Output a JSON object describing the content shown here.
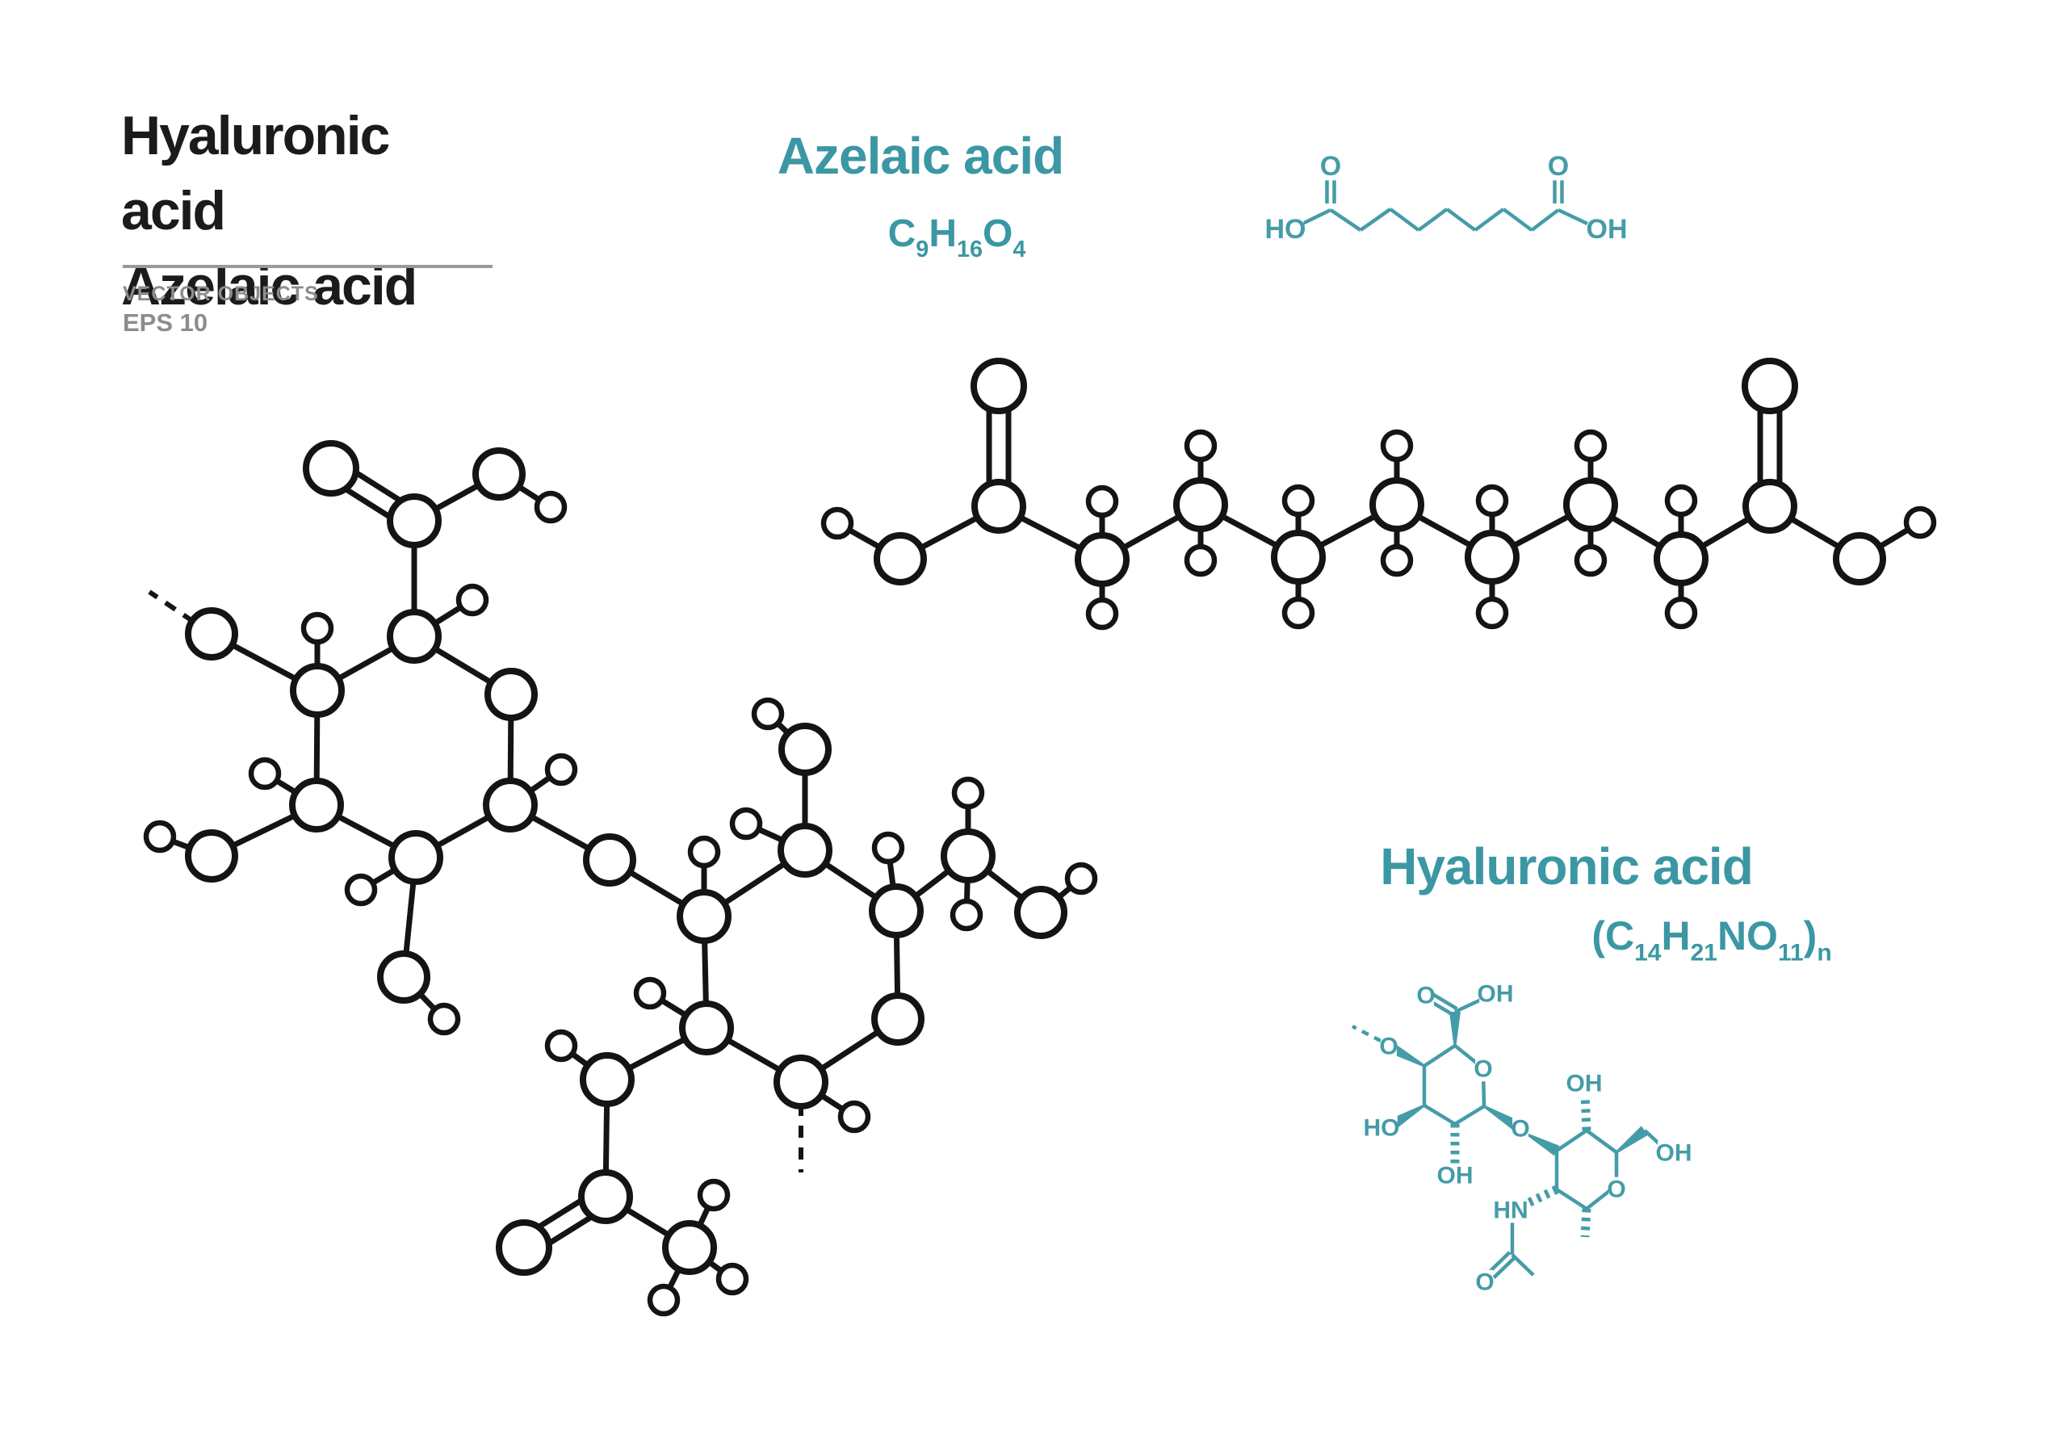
{
  "title": {
    "line1": "Hyaluronic acid",
    "line2": "Azelaic acid",
    "subtitle1": "VECTOR OBJECTS",
    "subtitle2": "EPS 10"
  },
  "azelaic": {
    "heading": "Azelaic acid",
    "formula": [
      [
        "C",
        0
      ],
      [
        "9",
        1
      ],
      [
        "H",
        0
      ],
      [
        "16",
        1
      ],
      [
        "O",
        0
      ],
      [
        "4",
        1
      ]
    ]
  },
  "hyaluronic": {
    "heading": "Hyaluronic acid",
    "formula": [
      [
        "(C",
        0
      ],
      [
        "14",
        1
      ],
      [
        "H",
        0
      ],
      [
        "21",
        1
      ],
      [
        "NO",
        0
      ],
      [
        "11",
        1
      ],
      [
        ")",
        0
      ],
      [
        "n",
        1
      ]
    ]
  },
  "colors": {
    "teal_text": "#3b97a4",
    "teal_structure": "#459ca8",
    "ink": "#141414",
    "gray_text": "#8c8c8c",
    "divider": "#9a9a9a",
    "background": "#ffffff"
  },
  "structures": {
    "azelaic_ball": {
      "nodes": [
        [
          "Hl",
          1037,
          648,
          17
        ],
        [
          "Ol",
          1115,
          692,
          29
        ],
        [
          "C1",
          1237,
          627,
          30
        ],
        [
          "Od1",
          1237,
          478,
          31
        ],
        [
          "C2",
          1365,
          693,
          30
        ],
        [
          "H2a",
          1365,
          621,
          17
        ],
        [
          "H2b",
          1365,
          760,
          17
        ],
        [
          "C3",
          1487,
          625,
          30
        ],
        [
          "H3a",
          1487,
          552,
          17
        ],
        [
          "H3b",
          1487,
          694,
          17
        ],
        [
          "C4",
          1608,
          690,
          30
        ],
        [
          "H4a",
          1608,
          620,
          17
        ],
        [
          "H4b",
          1608,
          759,
          17
        ],
        [
          "C5",
          1730,
          625,
          30
        ],
        [
          "H5a",
          1730,
          552,
          17
        ],
        [
          "H5b",
          1730,
          694,
          17
        ],
        [
          "C6",
          1848,
          690,
          30
        ],
        [
          "H6a",
          1848,
          620,
          17
        ],
        [
          "H6b",
          1848,
          759,
          17
        ],
        [
          "C7",
          1970,
          625,
          30
        ],
        [
          "H7a",
          1970,
          552,
          17
        ],
        [
          "H7b",
          1970,
          694,
          17
        ],
        [
          "C8",
          2082,
          692,
          30
        ],
        [
          "H8a",
          2082,
          620,
          17
        ],
        [
          "H8b",
          2082,
          759,
          17
        ],
        [
          "C9",
          2192,
          627,
          30
        ],
        [
          "Od9",
          2192,
          478,
          31
        ],
        [
          "Or",
          2303,
          692,
          29
        ],
        [
          "Hr",
          2378,
          647,
          17
        ]
      ],
      "bonds": [
        [
          "Hl",
          "Ol"
        ],
        [
          "Ol",
          "C1"
        ],
        [
          "C1",
          "Od1",
          "d"
        ],
        [
          "C1",
          "C2"
        ],
        [
          "C2",
          "H2a"
        ],
        [
          "C2",
          "H2b"
        ],
        [
          "C2",
          "C3"
        ],
        [
          "C3",
          "H3a"
        ],
        [
          "C3",
          "H3b"
        ],
        [
          "C3",
          "C4"
        ],
        [
          "C4",
          "H4a"
        ],
        [
          "C4",
          "H4b"
        ],
        [
          "C4",
          "C5"
        ],
        [
          "C5",
          "H5a"
        ],
        [
          "C5",
          "H5b"
        ],
        [
          "C5",
          "C6"
        ],
        [
          "C6",
          "H6a"
        ],
        [
          "C6",
          "H6b"
        ],
        [
          "C6",
          "C7"
        ],
        [
          "C7",
          "H7a"
        ],
        [
          "C7",
          "H7b"
        ],
        [
          "C7",
          "C8"
        ],
        [
          "C8",
          "H8a"
        ],
        [
          "C8",
          "H8b"
        ],
        [
          "C8",
          "C9"
        ],
        [
          "C9",
          "Od9",
          "d"
        ],
        [
          "C9",
          "Or"
        ],
        [
          "Or",
          "Hr"
        ]
      ]
    },
    "hyaluronic_ball": {
      "nodes": [
        [
          "C5",
          513,
          788,
          30
        ],
        [
          "Or1",
          633,
          860,
          29
        ],
        [
          "C1",
          632,
          997,
          30
        ],
        [
          "C2",
          515,
          1062,
          30
        ],
        [
          "C3",
          392,
          997,
          30
        ],
        [
          "C4",
          393,
          855,
          30
        ],
        [
          "Cx",
          513,
          645,
          30
        ],
        [
          "Od",
          410,
          580,
          31
        ],
        [
          "Os",
          618,
          587,
          29
        ],
        [
          "Hs",
          682,
          628,
          17
        ],
        [
          "H5",
          585,
          743,
          17
        ],
        [
          "H4",
          393,
          778,
          17
        ],
        [
          "O4",
          262,
          785,
          29
        ],
        [
          "P4",
          185,
          733,
          0
        ],
        [
          "H3",
          328,
          958,
          17
        ],
        [
          "O3",
          262,
          1060,
          29
        ],
        [
          "H3o",
          198,
          1036,
          17
        ],
        [
          "H2",
          447,
          1102,
          17
        ],
        [
          "O2",
          500,
          1210,
          29
        ],
        [
          "H2o",
          550,
          1262,
          17
        ],
        [
          "H1",
          695,
          953,
          17
        ],
        [
          "Og",
          755,
          1065,
          29
        ],
        [
          "C3b",
          872,
          1135,
          30
        ],
        [
          "C4b",
          997,
          1053,
          30
        ],
        [
          "C5b",
          1110,
          1128,
          30
        ],
        [
          "Ob",
          1112,
          1262,
          29
        ],
        [
          "C1b",
          992,
          1340,
          30
        ],
        [
          "C2b",
          875,
          1273,
          30
        ],
        [
          "H3b",
          872,
          1055,
          17
        ],
        [
          "H4b",
          924,
          1020,
          17
        ],
        [
          "O4b",
          997,
          928,
          29
        ],
        [
          "H4o",
          951,
          884,
          17
        ],
        [
          "H5b",
          1100,
          1050,
          17
        ],
        [
          "C6b",
          1199,
          1060,
          30
        ],
        [
          "H6a",
          1199,
          982,
          17
        ],
        [
          "H6c",
          1197,
          1133,
          17
        ],
        [
          "O6",
          1289,
          1130,
          29
        ],
        [
          "H6o",
          1339,
          1088,
          17
        ],
        [
          "H2b",
          805,
          1230,
          17
        ],
        [
          "N",
          752,
          1337,
          30
        ],
        [
          "HN",
          695,
          1295,
          17
        ],
        [
          "Cac",
          750,
          1482,
          30
        ],
        [
          "Oac",
          649,
          1545,
          31
        ],
        [
          "CH3",
          854,
          1545,
          30
        ],
        [
          "Hm1",
          884,
          1480,
          17
        ],
        [
          "Hm2",
          907,
          1584,
          17
        ],
        [
          "Hm3",
          822,
          1610,
          17
        ],
        [
          "H1b",
          1058,
          1383,
          17
        ],
        [
          "P1b",
          992,
          1452,
          0
        ]
      ],
      "bonds": [
        [
          "C5",
          "Or1"
        ],
        [
          "Or1",
          "C1"
        ],
        [
          "C1",
          "C2"
        ],
        [
          "C2",
          "C3"
        ],
        [
          "C3",
          "C4"
        ],
        [
          "C4",
          "C5"
        ],
        [
          "C5",
          "Cx"
        ],
        [
          "Cx",
          "Od",
          "d"
        ],
        [
          "Cx",
          "Os"
        ],
        [
          "Os",
          "Hs"
        ],
        [
          "C5",
          "H5"
        ],
        [
          "C4",
          "H4"
        ],
        [
          "C4",
          "O4"
        ],
        [
          "O4",
          "P4",
          "dash"
        ],
        [
          "C3",
          "H3"
        ],
        [
          "C3",
          "O3"
        ],
        [
          "O3",
          "H3o"
        ],
        [
          "C2",
          "H2"
        ],
        [
          "C2",
          "O2"
        ],
        [
          "O2",
          "H2o"
        ],
        [
          "C1",
          "H1"
        ],
        [
          "C1",
          "Og"
        ],
        [
          "Og",
          "C3b"
        ],
        [
          "C3b",
          "C4b"
        ],
        [
          "C4b",
          "C5b"
        ],
        [
          "C5b",
          "Ob"
        ],
        [
          "Ob",
          "C1b"
        ],
        [
          "C1b",
          "C2b"
        ],
        [
          "C2b",
          "C3b"
        ],
        [
          "C3b",
          "H3b"
        ],
        [
          "C4b",
          "H4b"
        ],
        [
          "C4b",
          "O4b"
        ],
        [
          "O4b",
          "H4o"
        ],
        [
          "C5b",
          "H5b"
        ],
        [
          "C5b",
          "C6b"
        ],
        [
          "C6b",
          "H6a"
        ],
        [
          "C6b",
          "H6c"
        ],
        [
          "C6b",
          "O6"
        ],
        [
          "O6",
          "H6o"
        ],
        [
          "C2b",
          "H2b"
        ],
        [
          "C2b",
          "N"
        ],
        [
          "N",
          "HN"
        ],
        [
          "N",
          "Cac"
        ],
        [
          "Cac",
          "Oac",
          "d"
        ],
        [
          "Cac",
          "CH3"
        ],
        [
          "CH3",
          "Hm1"
        ],
        [
          "CH3",
          "Hm2"
        ],
        [
          "CH3",
          "Hm3"
        ],
        [
          "C1b",
          "H1b"
        ],
        [
          "C1b",
          "P1b",
          "dash"
        ]
      ]
    },
    "azelaic_skeletal": {
      "label_fs": 34,
      "bonds": [
        [
          "s",
          1613,
          277,
          1648,
          260
        ],
        [
          "s",
          1648,
          260,
          1685,
          285
        ],
        [
          "s",
          1685,
          285,
          1722,
          259
        ],
        [
          "s",
          1722,
          259,
          1757,
          285
        ],
        [
          "s",
          1757,
          285,
          1792,
          259
        ],
        [
          "s",
          1792,
          259,
          1827,
          285
        ],
        [
          "s",
          1827,
          285,
          1862,
          259
        ],
        [
          "s",
          1862,
          259,
          1897,
          285
        ],
        [
          "s",
          1897,
          285,
          1930,
          260
        ],
        [
          "s",
          1930,
          260,
          1966,
          277
        ],
        [
          "d",
          1648,
          252,
          1648,
          218
        ],
        [
          "d",
          1930,
          252,
          1930,
          218
        ]
      ],
      "labels": [
        [
          "HO",
          1592,
          284
        ],
        [
          "O",
          1648,
          206
        ],
        [
          "O",
          1930,
          206
        ],
        [
          "OH",
          1990,
          284
        ]
      ]
    },
    "hyaluronic_skeletal": {
      "label_fs": 30,
      "bonds": [
        [
          "s",
          1802,
          1295,
          1837,
          1323
        ],
        [
          "s",
          1837,
          1323,
          1838,
          1370
        ],
        [
          "s",
          1838,
          1370,
          1802,
          1392
        ],
        [
          "s",
          1802,
          1392,
          1764,
          1369
        ],
        [
          "s",
          1764,
          1369,
          1764,
          1320
        ],
        [
          "s",
          1764,
          1320,
          1802,
          1295
        ],
        [
          "w",
          1802,
          1295,
          1802,
          1253
        ],
        [
          "d",
          1802,
          1253,
          1772,
          1235
        ],
        [
          "s",
          1802,
          1253,
          1843,
          1234
        ],
        [
          "w",
          1764,
          1320,
          1722,
          1297
        ],
        [
          "dash",
          1710,
          1289,
          1675,
          1271
        ],
        [
          "w",
          1764,
          1369,
          1727,
          1391
        ],
        [
          "h",
          1802,
          1392,
          1802,
          1444
        ],
        [
          "w",
          1838,
          1370,
          1878,
          1394
        ],
        [
          "w",
          1892,
          1405,
          1928,
          1425
        ],
        [
          "s",
          1928,
          1425,
          1965,
          1400
        ],
        [
          "s",
          1965,
          1400,
          2002,
          1427
        ],
        [
          "s",
          2002,
          1427,
          2002,
          1468
        ],
        [
          "s",
          2002,
          1468,
          1965,
          1497
        ],
        [
          "s",
          1965,
          1497,
          1928,
          1473
        ],
        [
          "s",
          1928,
          1473,
          1928,
          1425
        ],
        [
          "h",
          1965,
          1400,
          1963,
          1354
        ],
        [
          "w",
          2002,
          1427,
          2037,
          1400
        ],
        [
          "s",
          2037,
          1400,
          2062,
          1423
        ],
        [
          "h",
          1928,
          1473,
          1890,
          1491
        ],
        [
          "s",
          1873,
          1512,
          1873,
          1554
        ],
        [
          "d",
          1873,
          1554,
          1847,
          1579
        ],
        [
          "s",
          1873,
          1554,
          1899,
          1579
        ],
        [
          "h",
          1965,
          1497,
          1963,
          1532
        ]
      ],
      "labels": [
        [
          "O",
          1766,
          1233
        ],
        [
          "OH",
          1852,
          1231
        ],
        [
          "O",
          1837,
          1324
        ],
        [
          "O",
          1720,
          1296
        ],
        [
          "HO",
          1711,
          1397
        ],
        [
          "OH",
          1802,
          1456
        ],
        [
          "O",
          1883,
          1398
        ],
        [
          "OH",
          1962,
          1342
        ],
        [
          "OH",
          2073,
          1428
        ],
        [
          "O",
          2002,
          1473
        ],
        [
          "HN",
          1871,
          1499
        ],
        [
          "O",
          1839,
          1588
        ]
      ]
    }
  }
}
